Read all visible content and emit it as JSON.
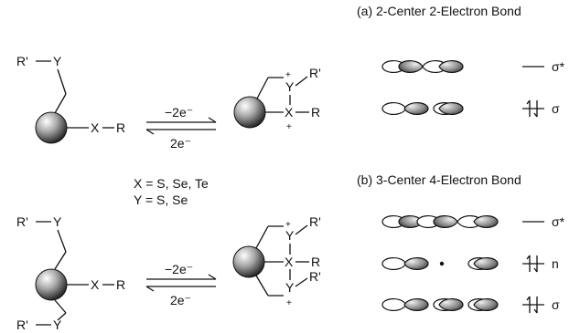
{
  "scheme": {
    "top": {
      "left": {
        "y_label": "Y",
        "rprime": "R'",
        "x_label": "X",
        "r_label": "R"
      },
      "right": {
        "y_label": "Y",
        "rprime": "R'",
        "x_label": "X",
        "r_label": "R",
        "plus": "+"
      },
      "forward": "−2e⁻",
      "backward": "2e⁻"
    },
    "bottom": {
      "left": {
        "y_label": "Y",
        "rprime": "R'",
        "x_label": "X",
        "r_label": "R"
      },
      "right": {
        "y_label": "Y",
        "rprime": "R'",
        "x_label": "X",
        "r_label": "R",
        "plus": "+"
      },
      "forward": "−2e⁻",
      "backward": "2e⁻"
    },
    "definitions": [
      "X = S, Se, Te",
      "Y = S, Se"
    ]
  },
  "mo_diagrams": {
    "a": {
      "title": "(a)  2-Center 2-Electron Bond",
      "levels": [
        {
          "label": "σ*",
          "occupancy": 0
        },
        {
          "label": "σ",
          "occupancy": 2
        }
      ]
    },
    "b": {
      "title": "(b)  3-Center 4-Electron Bond",
      "levels": [
        {
          "label": "σ*",
          "occupancy": 0
        },
        {
          "label": "n",
          "occupancy": 2
        },
        {
          "label": "σ",
          "occupancy": 2
        }
      ]
    }
  }
}
